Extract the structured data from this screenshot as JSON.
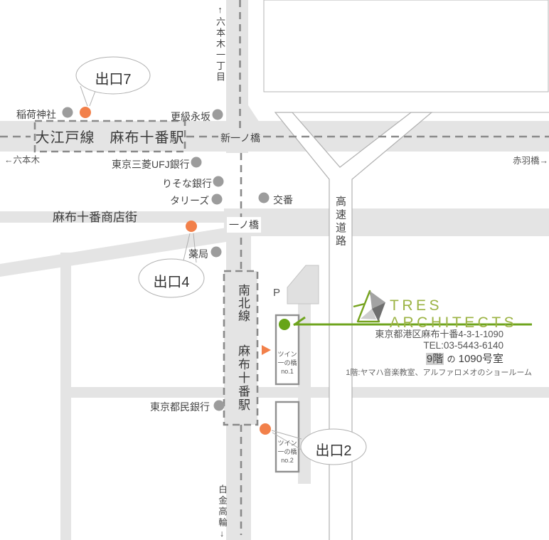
{
  "map": {
    "streets": {
      "roppongi_itchome": "↑六本木一丁目",
      "roppongi_west": "←六本木",
      "akabanebashi_east": "赤羽橋→",
      "shin_ichinohashi": "新一ノ橋",
      "ichinohashi": "一ノ橋",
      "shotengai": "麻布十番商店街",
      "expressway": "高速道路",
      "shirokane_takanawa": "白金高輪↓"
    },
    "stations": {
      "oedo": "大江戸線　麻布十番駅",
      "nanboku_line": "南北線",
      "nanboku_station": "麻布十番駅"
    },
    "exits": {
      "exit7": "出口7",
      "exit4": "出口4",
      "exit2": "出口2"
    },
    "landmarks": {
      "inari_shrine": "稲荷神社",
      "sarashina_nagasaka": "更級永坂",
      "mitsubishi_ufj_bank": "東京三菱UFJ銀行",
      "resona_bank": "りそな銀行",
      "tullys": "タリーズ",
      "police_box": "交番",
      "pharmacy": "薬局",
      "tomin_bank": "東京都民銀行",
      "parking": "P"
    },
    "buildings": {
      "twin1_line1": "ツイン",
      "twin1_line2": "一の橋",
      "twin1_line3": "no.1",
      "twin2_line1": "ツイン",
      "twin2_line2": "一の橋",
      "twin2_line3": "no.2"
    }
  },
  "company": {
    "name": "TRES ARCHITECTS",
    "address": "東京都港区麻布十番4-3-1-1090",
    "tel": "TEL:03-5443-6140",
    "floor": "9階",
    "particle": "の",
    "room": "1090号室",
    "note": "1階:ヤマハ音楽教室、アルファロメオのショールーム"
  },
  "colors": {
    "road": "#e4e4e4",
    "dash": "#8a8a8a",
    "gray_marker": "#9c9c9c",
    "orange_marker": "#f2804a",
    "green_marker": "#66a417",
    "logo_green": "#9bb343",
    "accent_green": "#6fa51e"
  }
}
